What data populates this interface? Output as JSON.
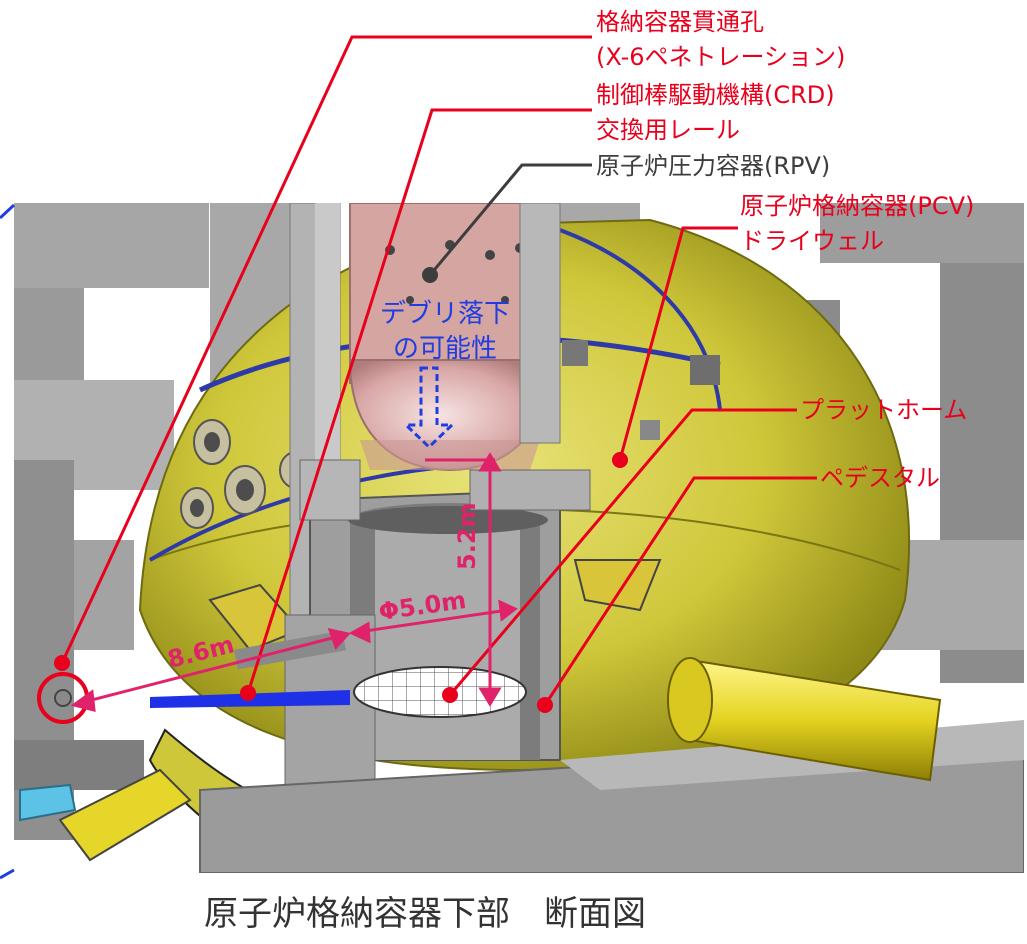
{
  "callouts": {
    "penetration_line1": "格納容器貫通孔",
    "penetration_line2": "(X-6ペネトレーション)",
    "crd_line1": "制御棒駆動機構(CRD)",
    "crd_line2": "交換用レール",
    "rpv": "原子炉圧力容器(RPV)",
    "pcv_line1": "原子炉格納容器(PCV)",
    "pcv_line2": "ドライウェル",
    "platform": "プラットホーム",
    "pedestal": "ペデスタル"
  },
  "annotations": {
    "debris_line1": "デブリ落下",
    "debris_line2": "の可能性"
  },
  "dimensions": {
    "distance": "8.6m",
    "diameter": "Φ5.0m",
    "height": "5.2m"
  },
  "caption": "原子炉格納容器下部　断面図",
  "colors": {
    "callout_red": "#e8001c",
    "rpv_gray": "#3d3d3d",
    "dimension_pink": "#e0226b",
    "debris_blue": "#1f3de0",
    "pcv_yellow": "#d9d23a"
  }
}
